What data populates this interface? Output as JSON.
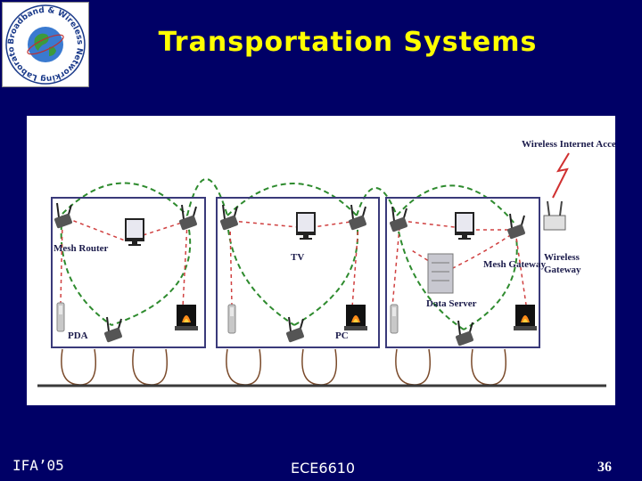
{
  "slide": {
    "title": "Transportation Systems",
    "footer_left": "IFA’05",
    "footer_center": "ECE6610",
    "page_number": "36"
  },
  "logo": {
    "ring_text": "Broadband & Wireless Networking Laboratory"
  },
  "diagram": {
    "labels": {
      "wireless_internet_access": "Wireless Internet Access",
      "mesh_router": "Mesh Router",
      "tv": "TV",
      "mesh_gateway": "Mesh Gateway",
      "wireless_gateway_1": "Wireless",
      "wireless_gateway_2": "Gateway",
      "data_server": "Data Server",
      "pda": "PDA",
      "pc": "PC"
    }
  },
  "colors": {
    "background": "#000066",
    "title": "#ffff00",
    "footer": "#ffffff",
    "mesh_link": "#2e8b2e",
    "client_link": "#d04040",
    "car_border": "#3a3a7a"
  }
}
